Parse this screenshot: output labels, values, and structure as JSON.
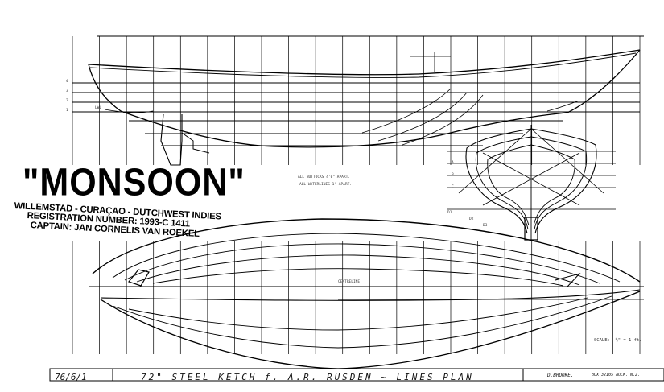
{
  "vessel": {
    "name": "\"MONSOON\"",
    "location": "WILLEMSTAD - CURAÇAO - DUTCHWEST INDIES",
    "registration": "REGISTRATION NUMBER: 1993-C 1411",
    "captain": "CAPTAIN: JAN CORNELIS VAN ROEKEL"
  },
  "title_block": {
    "drawing_no": "76/6/1",
    "title": "72\" STEEL KETCH f. A.R. RUSDEN ~ LINES PLAN",
    "designer": "D.BROOKE.",
    "address": "BOX 32105 AUCK. N.Z."
  },
  "notes": {
    "scale": "SCALE:- ½\" = 1 ft.",
    "buttocks": "ALL BUTTOCKS 4'0\" APART.",
    "waterlines": "ALL WATERLINES 1' APART.",
    "profile_lwl": "LWL",
    "plan_centerline": "CENTRELINE"
  },
  "labels": {
    "waterlines": [
      "4",
      "3",
      "2",
      "1"
    ],
    "buttocks": [
      "A",
      "B",
      "C"
    ],
    "diagonals": [
      "D1",
      "D2",
      "D3"
    ]
  }
}
